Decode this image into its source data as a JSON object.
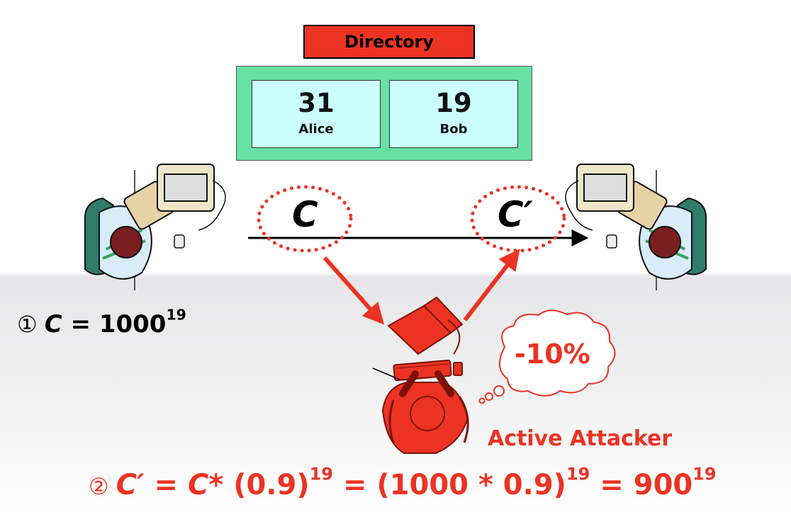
{
  "directory": {
    "title": "Directory",
    "entries": [
      {
        "key": "31",
        "name": "Alice"
      },
      {
        "key": "19",
        "name": "Bob"
      }
    ]
  },
  "channel": {
    "sent_symbol": "C",
    "received_symbol": "C′"
  },
  "equation_1": {
    "marker": "①",
    "lhs": "C",
    "eq": "=",
    "base": "1000",
    "exp": "19"
  },
  "equation_2": {
    "marker": "②",
    "part1": "C′",
    "eq1": "=",
    "part2": "C",
    "part3": "* (0.9)",
    "exp1": "19",
    "eq2": "=",
    "part4": "(1000 * 0.9)",
    "exp2": "19",
    "eq3": "=",
    "part5": "900",
    "exp3": "19"
  },
  "attacker": {
    "label": "Active Attacker",
    "thought": "-10%"
  },
  "colors": {
    "red": "#ec3323",
    "directory_box": "#66e0a3",
    "directory_cell": "#ccffff"
  },
  "icons": [
    "user-at-computer-icon",
    "attacker-at-computer-icon",
    "thought-cloud-icon"
  ]
}
